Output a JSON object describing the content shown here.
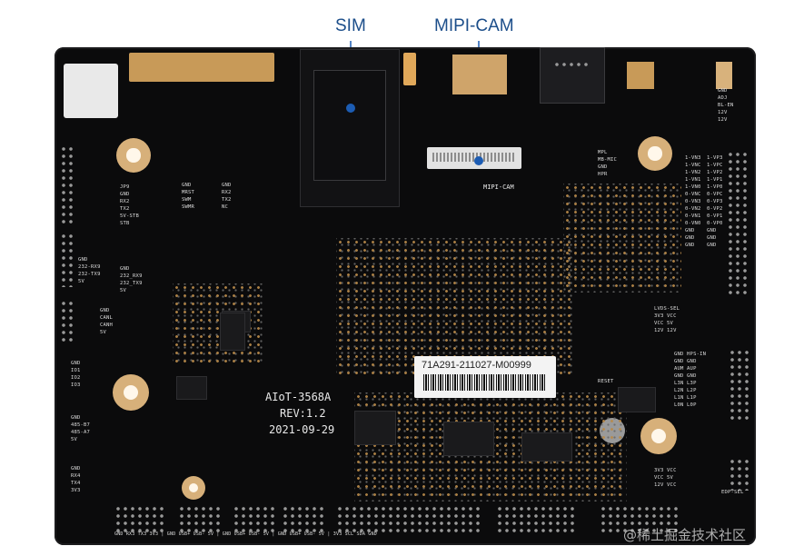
{
  "callouts": {
    "sim": "SIM",
    "mipi_cam": "MIPI-CAM"
  },
  "board": {
    "model": "AIoT-3568A",
    "revision": "REV:1.2",
    "date": "2021-09-29",
    "serial": "71A291-211027-M00999",
    "mipi_cam_label": "MIPI-CAM",
    "reset_label": "RESET",
    "watermark": "@稀土掘金技术社区"
  },
  "silkscreen": {
    "left_j9": "JP9\nGND\nRX2\nTX2\n5V-STB\nSTB",
    "uart_block": "GND\n232-RX9\n232-TX9\n5V",
    "uart9": "GND\n232_RX9\n232_TX9\n5V",
    "mid_header": "GND\nMRST\nSWM\nSWMR",
    "rx_tx": "GND\nRX2\nTX2\nNC",
    "right_top": "GND\nADJ\nBL-EN\n12V\n12V",
    "phone": "MPL\nMB-MIC\nGND\nHPR",
    "lvds_left": "1-VN3\n1-VNC\n1-VN2\n1-VN1\n1-VN0\n0-VNC\n0-VN3\n0-VN2\n0-VN1\n0-VN0\nGND\nGND\nGND",
    "lvds_right": "1-VP3\n1-VPC\n1-VP2\n1-VP1\n1-VP0\n0-VPC\n0-VP3\n0-VP2\n0-VP1\n0-VP0\nGND\nGND\nGND",
    "lvds_sel": "LVDS-SEL\n3V3 VCC\nVCC 5V\n12V 12V",
    "audio": "GND HPS-IN\nGND GND\nAUM AUP\nGND GND\nL3N L3P\nL2N L2P\nL1N L1P\nL0N L0P",
    "edp": "3V3 VCC\nVCC 5V\n12V VCC",
    "edp_sel": "EDP-SEL",
    "can": "GND\nCANL\nCANH\n5V",
    "rs485": "GND\n485-B7\n485-A7\n5V",
    "uart4": "GND\nRX4\nTX4\n3V3",
    "gpio_left": "GND\nIO1\nIO2\nIO3",
    "bottom": "GND RX3 TX3 3V3 | GND USB+ USB- 5V | GND USB+ USB- 5V | GND USB+ USB- 5V | 3V3 SCL SDA GND"
  }
}
